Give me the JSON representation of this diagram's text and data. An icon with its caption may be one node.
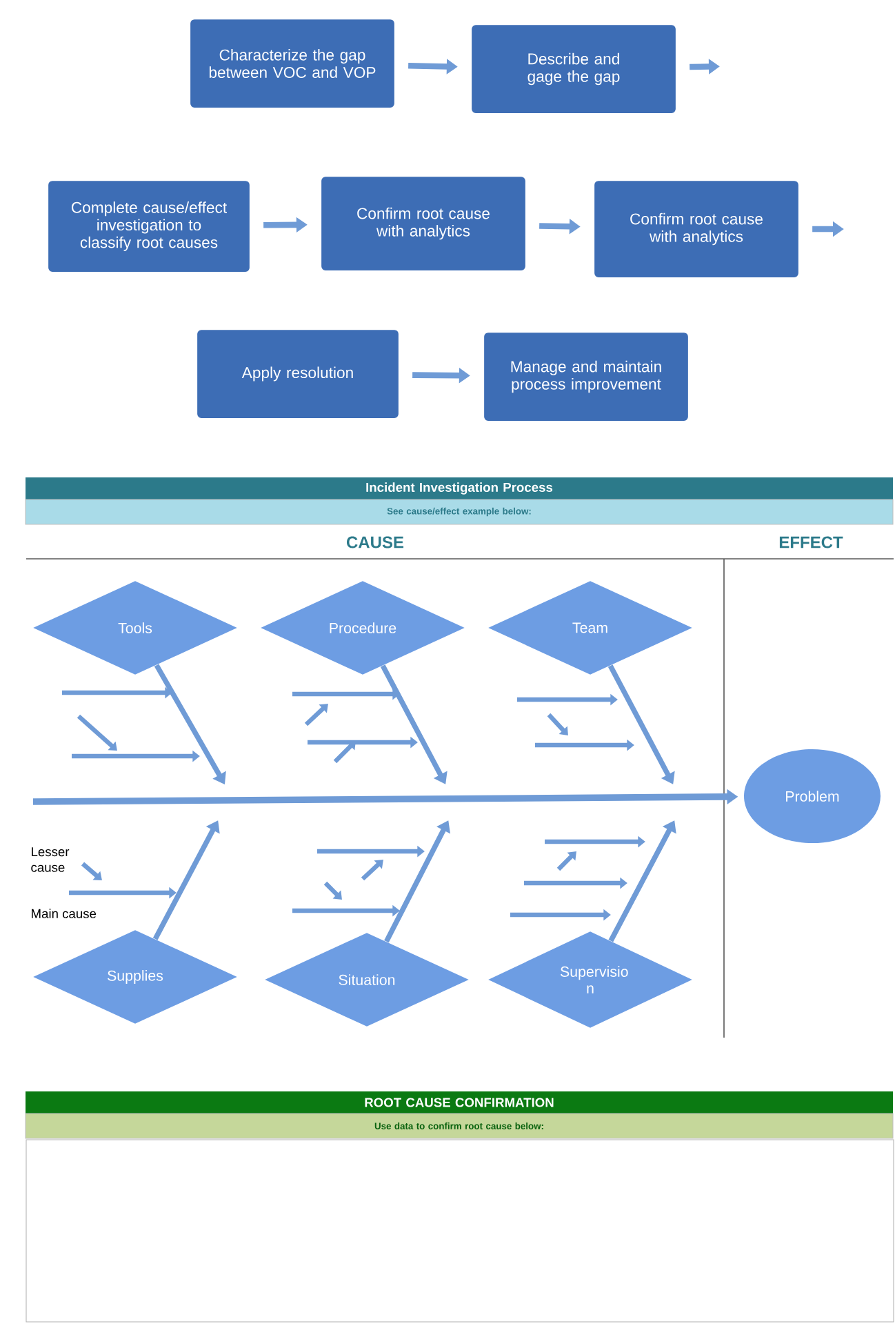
{
  "diagram": {
    "nodes": [
      {
        "text": [
          "Characterize the gap between VOC and VOP"
        ]
      },
      {
        "text": [
          "Describe and gage the gap"
        ]
      },
      {
        "text": [
          "Complete cause/effect investigation to classify root causes"
        ]
      },
      {
        "text": [
          "Confirm root cause with analytics"
        ]
      },
      {
        "text": [
          "Confirm root cause with analytics"
        ]
      },
      {
        "text": [
          "Apply resolution"
        ]
      },
      {
        "text": [
          "Manage and maintain process improvement"
        ]
      },
      {
        "text": [
          "Incident Investigation Process"
        ]
      },
      {
        "text": [
          "See cause/effect example below:"
        ]
      },
      {
        "text": [
          "Tools"
        ]
      },
      {
        "text": [
          "Procedure"
        ]
      },
      {
        "text": [
          "Team"
        ]
      },
      {
        "text": [
          "Problem"
        ]
      },
      {
        "text": [
          "Supplies"
        ]
      },
      {
        "text": [
          "Situation"
        ]
      },
      {
        "text": [
          "Supervisio n"
        ]
      },
      {
        "text": [
          "ROOT CAUSE CONFIRMATION"
        ]
      },
      {
        "text": [
          "Use data to confirm root cause below:"
        ]
      }
    ],
    "edges": [
      {
        "from": 0,
        "to": 1,
        "arrow": "to"
      },
      {
        "from": 1,
        "to": null,
        "arrow": "to"
      },
      {
        "from": 2,
        "to": 3,
        "arrow": "to"
      },
      {
        "from": 3,
        "to": 4,
        "arrow": "to"
      },
      {
        "from": 4,
        "to": null,
        "arrow": "to"
      },
      {
        "from": 5,
        "to": 6,
        "arrow": "to"
      },
      {
        "from": 9,
        "to": null,
        "arrow": "to"
      },
      {
        "from": 10,
        "to": null,
        "arrow": "to"
      },
      {
        "from": 11,
        "to": null,
        "arrow": "to"
      },
      {
        "from": 13,
        "to": null,
        "arrow": "to"
      },
      {
        "from": 14,
        "to": null,
        "arrow": "to"
      },
      {
        "from": 15,
        "to": null,
        "arrow": "to"
      },
      {
        "from": null,
        "to": 12,
        "arrow": "to"
      }
    ],
    "labels": [
      "CAUSE",
      "EFFECT",
      "Lesser cause",
      "Main cause"
    ]
  }
}
